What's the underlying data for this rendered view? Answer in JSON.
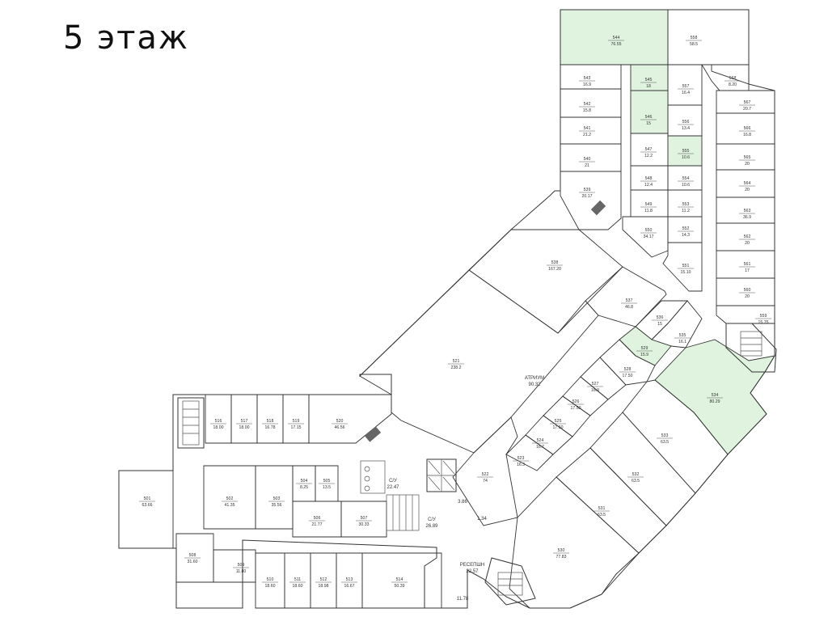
{
  "title": "5 этаж",
  "colors": {
    "leased": "#dff3df",
    "wall": "#333333",
    "background": "#ffffff"
  },
  "labels": {
    "atrium": "АТРИУМ",
    "atrium_area": "90.32",
    "reception": "РЕСЕПШН",
    "reception_area": "22.57",
    "su1": "С/У",
    "su1_area": "22.47",
    "su2": "С/У",
    "su2_area": "26.89",
    "small_a_area": "3.86",
    "small_b_area": "1.34",
    "bottom_note": "11.78"
  },
  "rooms": [
    {
      "id": "r544",
      "number": "544",
      "area": "76.55",
      "highlight": true
    },
    {
      "id": "r558",
      "number": "558",
      "area": "58.5",
      "highlight": false
    },
    {
      "id": "r543",
      "number": "543",
      "area": "16.9",
      "highlight": false
    },
    {
      "id": "r545",
      "number": "545",
      "area": "18",
      "highlight": true
    },
    {
      "id": "r557",
      "number": "557",
      "area": "16.4",
      "highlight": false
    },
    {
      "id": "r568",
      "number": "568",
      "area": "8.20",
      "highlight": false
    },
    {
      "id": "r542",
      "number": "542",
      "area": "15.8",
      "highlight": false
    },
    {
      "id": "r546",
      "number": "546",
      "area": "15",
      "highlight": true
    },
    {
      "id": "r556",
      "number": "556",
      "area": "13.4",
      "highlight": false
    },
    {
      "id": "r567",
      "number": "567",
      "area": "20.7",
      "highlight": false
    },
    {
      "id": "r541",
      "number": "541",
      "area": "21.2",
      "highlight": false
    },
    {
      "id": "r566",
      "number": "566",
      "area": "16.8",
      "highlight": false
    },
    {
      "id": "r547",
      "number": "547",
      "area": "12.2",
      "highlight": false
    },
    {
      "id": "r555",
      "number": "555",
      "area": "10.6",
      "highlight": true
    },
    {
      "id": "r540",
      "number": "540",
      "area": "21",
      "highlight": false
    },
    {
      "id": "r565",
      "number": "565",
      "area": "20",
      "highlight": false
    },
    {
      "id": "r548",
      "number": "548",
      "area": "12.4",
      "highlight": false
    },
    {
      "id": "r554",
      "number": "554",
      "area": "10.6",
      "highlight": false
    },
    {
      "id": "r539",
      "number": "539",
      "area": "20.17",
      "highlight": false
    },
    {
      "id": "r564",
      "number": "564",
      "area": "20",
      "highlight": false
    },
    {
      "id": "r549",
      "number": "549",
      "area": "11.8",
      "highlight": false
    },
    {
      "id": "r553",
      "number": "553",
      "area": "11.2",
      "highlight": false
    },
    {
      "id": "r563",
      "number": "563",
      "area": "36.9",
      "highlight": false
    },
    {
      "id": "r550",
      "number": "550",
      "area": "34.17",
      "highlight": false
    },
    {
      "id": "r552",
      "number": "552",
      "area": "14.3",
      "highlight": false
    },
    {
      "id": "r562",
      "number": "562",
      "area": "20",
      "highlight": false
    },
    {
      "id": "r561",
      "number": "561",
      "area": "17",
      "highlight": false
    },
    {
      "id": "r551",
      "number": "551",
      "area": "15.10",
      "highlight": false
    },
    {
      "id": "r560",
      "number": "560",
      "area": "20",
      "highlight": false
    },
    {
      "id": "r559",
      "number": "559",
      "area": "15.75",
      "highlight": false
    },
    {
      "id": "r538",
      "number": "538",
      "area": "167.20",
      "highlight": false
    },
    {
      "id": "r537",
      "number": "537",
      "area": "46.8",
      "highlight": false
    },
    {
      "id": "r536",
      "number": "536",
      "area": "15",
      "highlight": false
    },
    {
      "id": "r535",
      "number": "535",
      "area": "16.1",
      "highlight": false
    },
    {
      "id": "r529",
      "number": "529",
      "area": "15.9",
      "highlight": true
    },
    {
      "id": "r534",
      "number": "534",
      "area": "80.29",
      "highlight": true
    },
    {
      "id": "r521",
      "number": "521",
      "area": "238.2",
      "highlight": false
    },
    {
      "id": "r528",
      "number": "528",
      "area": "17.50",
      "highlight": false
    },
    {
      "id": "r527",
      "number": "527",
      "area": "16.9",
      "highlight": false
    },
    {
      "id": "r526",
      "number": "526",
      "area": "17.50",
      "highlight": false
    },
    {
      "id": "r525",
      "number": "525",
      "area": "17.50",
      "highlight": false
    },
    {
      "id": "r524",
      "number": "524",
      "area": "16.7",
      "highlight": false
    },
    {
      "id": "r523",
      "number": "523",
      "area": "16.3",
      "highlight": false
    },
    {
      "id": "r533",
      "number": "533",
      "area": "63.5",
      "highlight": false
    },
    {
      "id": "r532",
      "number": "532",
      "area": "63.5",
      "highlight": false
    },
    {
      "id": "r531",
      "number": "531",
      "area": "63.5",
      "highlight": false
    },
    {
      "id": "r530",
      "number": "530",
      "area": "77.83",
      "highlight": false
    },
    {
      "id": "r522",
      "number": "522",
      "area": "74",
      "highlight": false
    },
    {
      "id": "r516",
      "number": "516",
      "area": "18.00",
      "highlight": false
    },
    {
      "id": "r517",
      "number": "517",
      "area": "18.00",
      "highlight": false
    },
    {
      "id": "r518",
      "number": "518",
      "area": "16.78",
      "highlight": false
    },
    {
      "id": "r519",
      "number": "519",
      "area": "17.15",
      "highlight": false
    },
    {
      "id": "r520",
      "number": "520",
      "area": "46.56",
      "highlight": false
    },
    {
      "id": "r501",
      "number": "501",
      "area": "63.66",
      "highlight": false
    },
    {
      "id": "r502",
      "number": "502",
      "area": "41.35",
      "highlight": false
    },
    {
      "id": "r503",
      "number": "503",
      "area": "35.56",
      "highlight": false
    },
    {
      "id": "r504",
      "number": "504",
      "area": "8.25",
      "highlight": false
    },
    {
      "id": "r505",
      "number": "505",
      "area": "13.5",
      "highlight": false
    },
    {
      "id": "r506",
      "number": "506",
      "area": "21.77",
      "highlight": false
    },
    {
      "id": "r507",
      "number": "507",
      "area": "30.33",
      "highlight": false
    },
    {
      "id": "r508",
      "number": "508",
      "area": "31.60",
      "highlight": false
    },
    {
      "id": "r509",
      "number": "509",
      "area": "11.80",
      "highlight": false
    },
    {
      "id": "r510",
      "number": "510",
      "area": "18.60",
      "highlight": false
    },
    {
      "id": "r511",
      "number": "511",
      "area": "18.60",
      "highlight": false
    },
    {
      "id": "r512",
      "number": "512",
      "area": "18.98",
      "highlight": false
    },
    {
      "id": "r513",
      "number": "513",
      "area": "16.67",
      "highlight": false
    },
    {
      "id": "r514",
      "number": "514",
      "area": "50.39",
      "highlight": false
    }
  ]
}
